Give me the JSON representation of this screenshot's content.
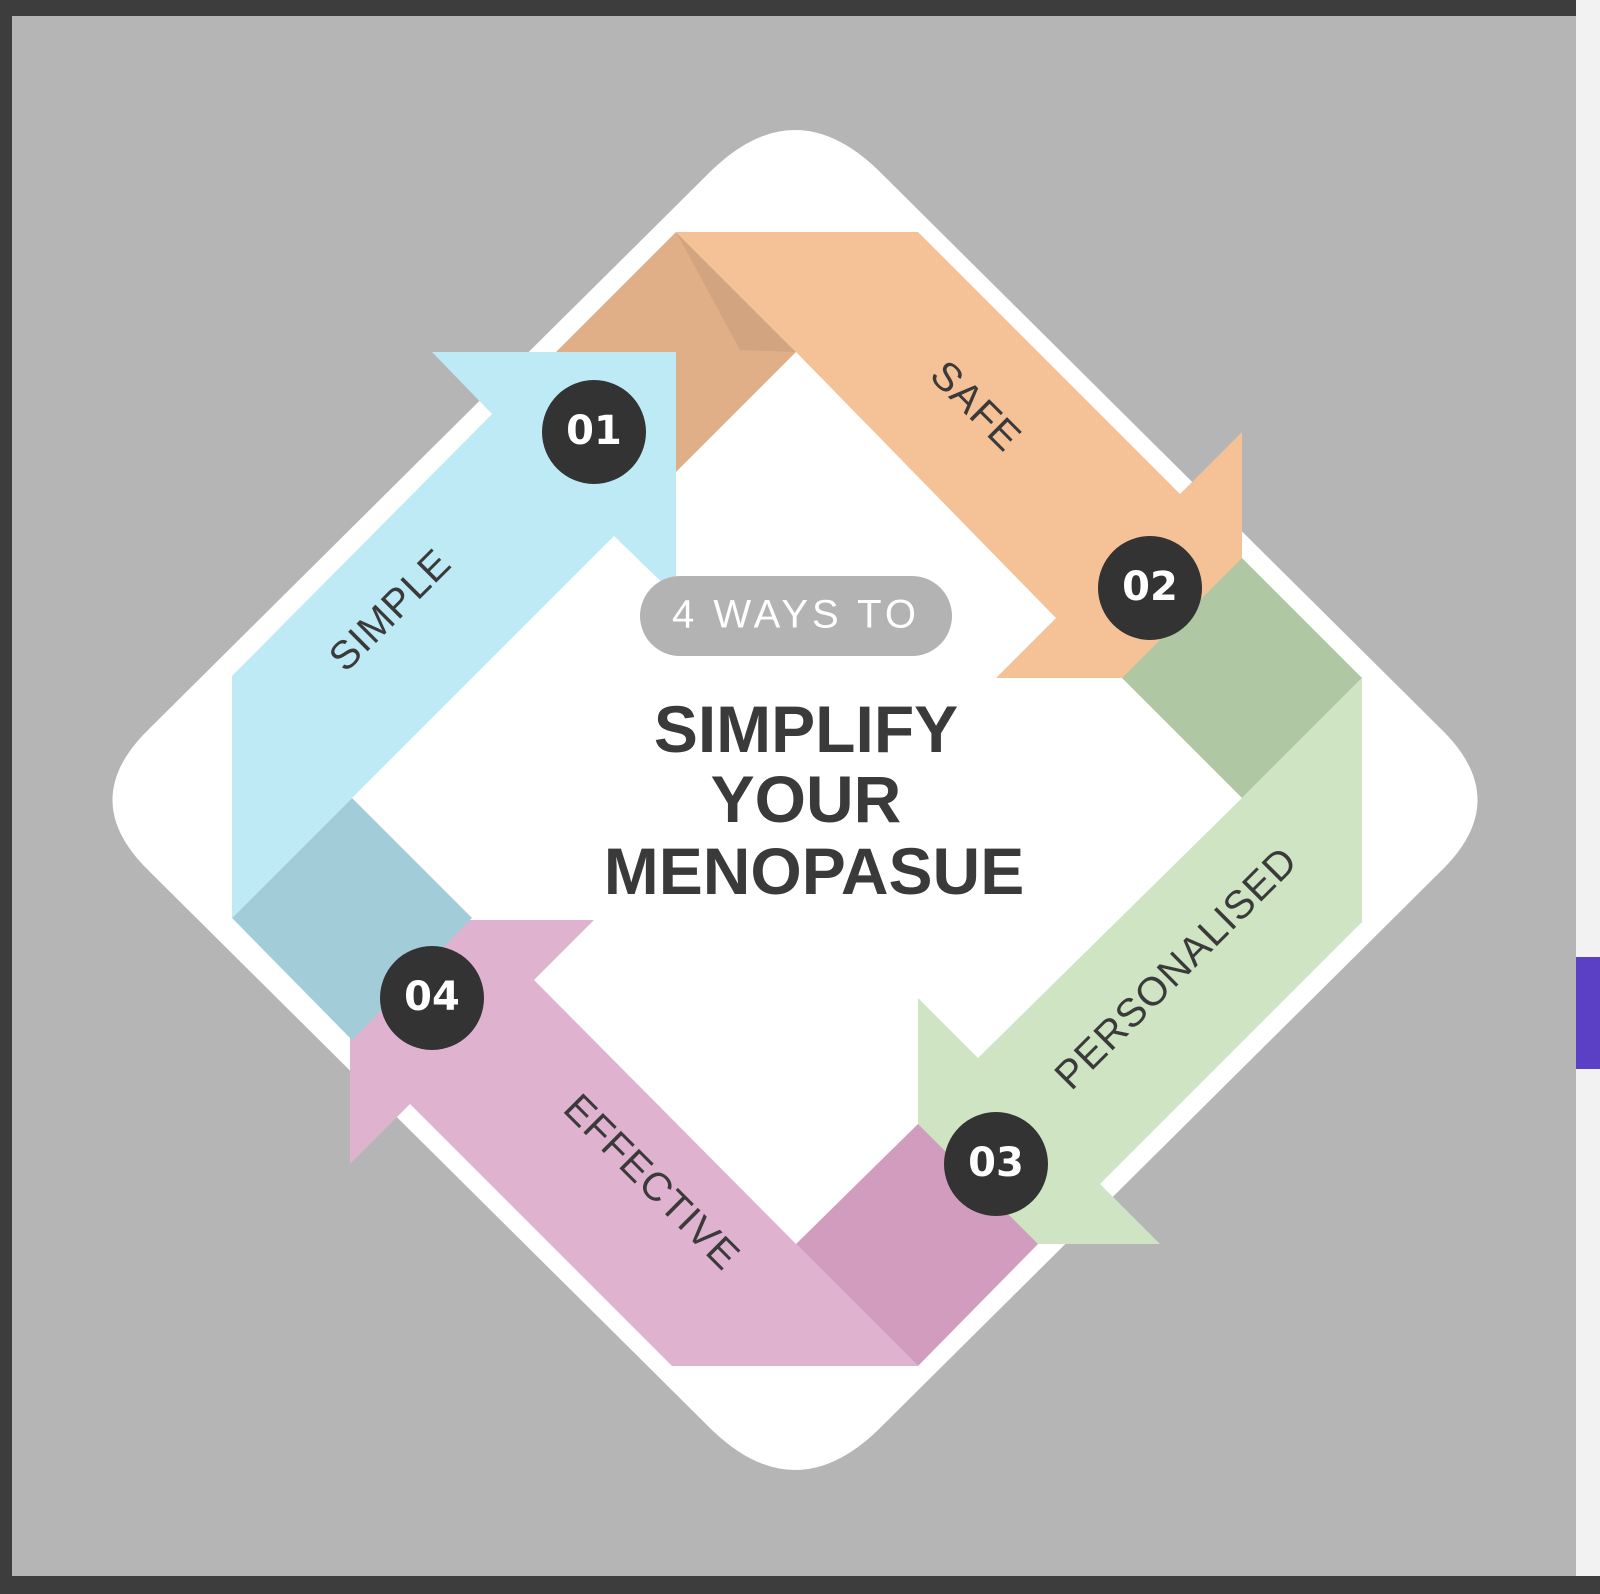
{
  "subtitle": "4 WAYS TO",
  "title_lines": [
    "SIMPLIFY",
    "YOUR",
    "MENOPASUE"
  ],
  "steps": [
    {
      "number": "01",
      "label": "SIMPLE",
      "color": "#BEEAF6",
      "shade": "#A2CCD8"
    },
    {
      "number": "02",
      "label": "SAFE",
      "color": "#F5C297",
      "shade": "#E0AF88"
    },
    {
      "number": "03",
      "label": "PERSONALISED",
      "color": "#CFE4C3",
      "shade": "#AFC7A3"
    },
    {
      "number": "04",
      "label": "EFFECTIVE",
      "color": "#DFB2CF",
      "shade": "#D19CBD"
    }
  ],
  "colors": {
    "background": "#B5B5B5",
    "badge": "#333333",
    "pill": "#B3B3B3",
    "text": "#3A3A3A"
  }
}
